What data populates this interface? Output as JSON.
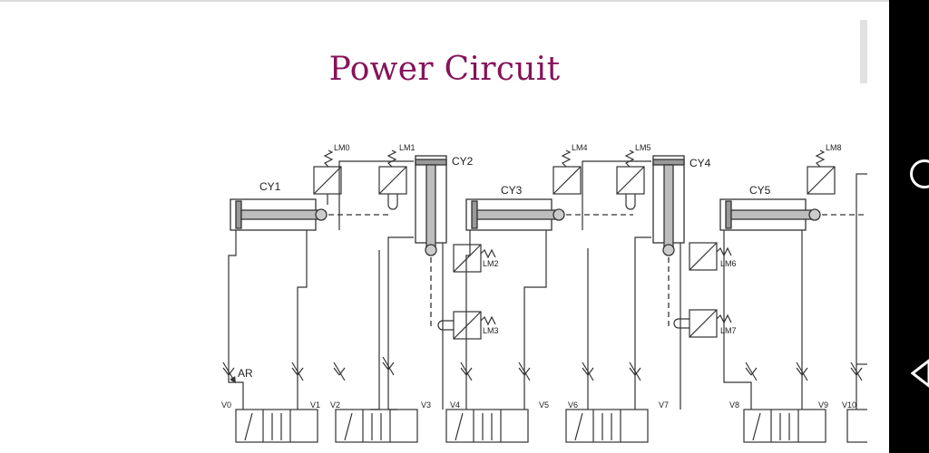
{
  "page": {
    "title": "Power Circuit"
  },
  "diagram": {
    "cylinders": [
      "CY1",
      "CY2",
      "CY3",
      "CY4",
      "CY5"
    ],
    "limit_switches": [
      "LM0",
      "LM1",
      "LM2",
      "LM3",
      "LM4",
      "LM5",
      "LM6",
      "LM7",
      "LM8"
    ],
    "valves": [
      "V0",
      "V1",
      "V2",
      "V3",
      "V4",
      "V5",
      "V6",
      "V7",
      "V8",
      "V9",
      "V10"
    ],
    "flow_label": "AR"
  },
  "nav": {
    "icons": [
      "home-circle-icon",
      "back-triangle-icon"
    ]
  }
}
